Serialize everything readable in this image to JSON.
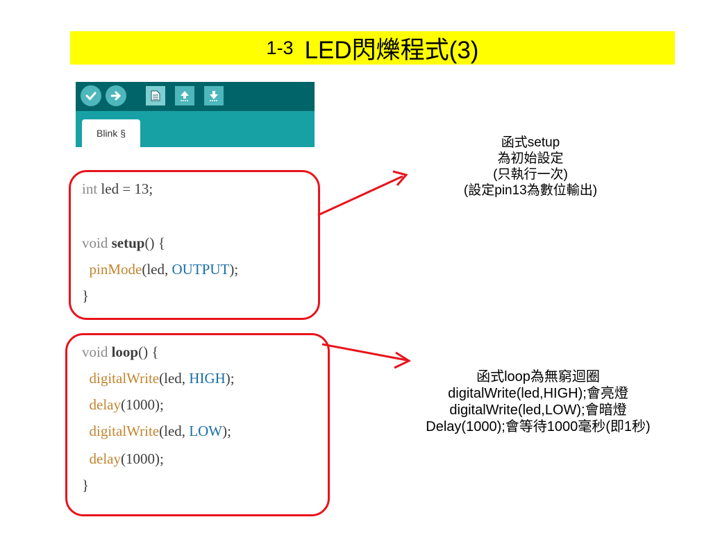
{
  "title": {
    "number": "1-3",
    "text": "LED閃爍程式(3)"
  },
  "ide": {
    "toolbar_icons": [
      "verify-icon",
      "upload-icon",
      "new-icon",
      "open-icon",
      "save-icon"
    ],
    "tab_label": "Blink §",
    "colors": {
      "toolbar": "#006468",
      "tabbar": "#17a1a5",
      "button": "#4db7bb"
    }
  },
  "code1": {
    "line1": {
      "type": "int",
      "rest": " led = 13;"
    },
    "line2": {
      "type": "void",
      "func": "setup",
      "rest": "() {"
    },
    "line3": {
      "indent": "  ",
      "func": "pinMode",
      "mid": "(led, ",
      "const": "OUTPUT",
      "end": ");"
    },
    "line4": "}"
  },
  "code2": {
    "line1": {
      "type": "void",
      "func": "loop",
      "rest": "() {"
    },
    "line2": {
      "indent": "  ",
      "func": "digitalWrite",
      "mid": "(led, ",
      "const": "HIGH",
      "end": ");"
    },
    "line3": {
      "indent": "  ",
      "func": "delay",
      "rest": "(1000);"
    },
    "line4": {
      "indent": "  ",
      "func": "digitalWrite",
      "mid": "(led, ",
      "const": "LOW",
      "end": ");"
    },
    "line5": {
      "indent": "  ",
      "func": "delay",
      "rest": "(1000);"
    },
    "line6": "}"
  },
  "desc1": [
    "函式setup",
    "為初始設定",
    "(只執行一次)",
    "(設定pin13為數位輸出)"
  ],
  "desc2": [
    "函式loop為無窮迴圈",
    "digitalWrite(led,HIGH);會亮燈",
    "digitalWrite(led,LOW);會暗燈",
    "Delay(1000);會等待1000毫秒(即1秒)"
  ],
  "colors": {
    "title_bg": "#ffff00",
    "highlight": "#e8141b"
  }
}
